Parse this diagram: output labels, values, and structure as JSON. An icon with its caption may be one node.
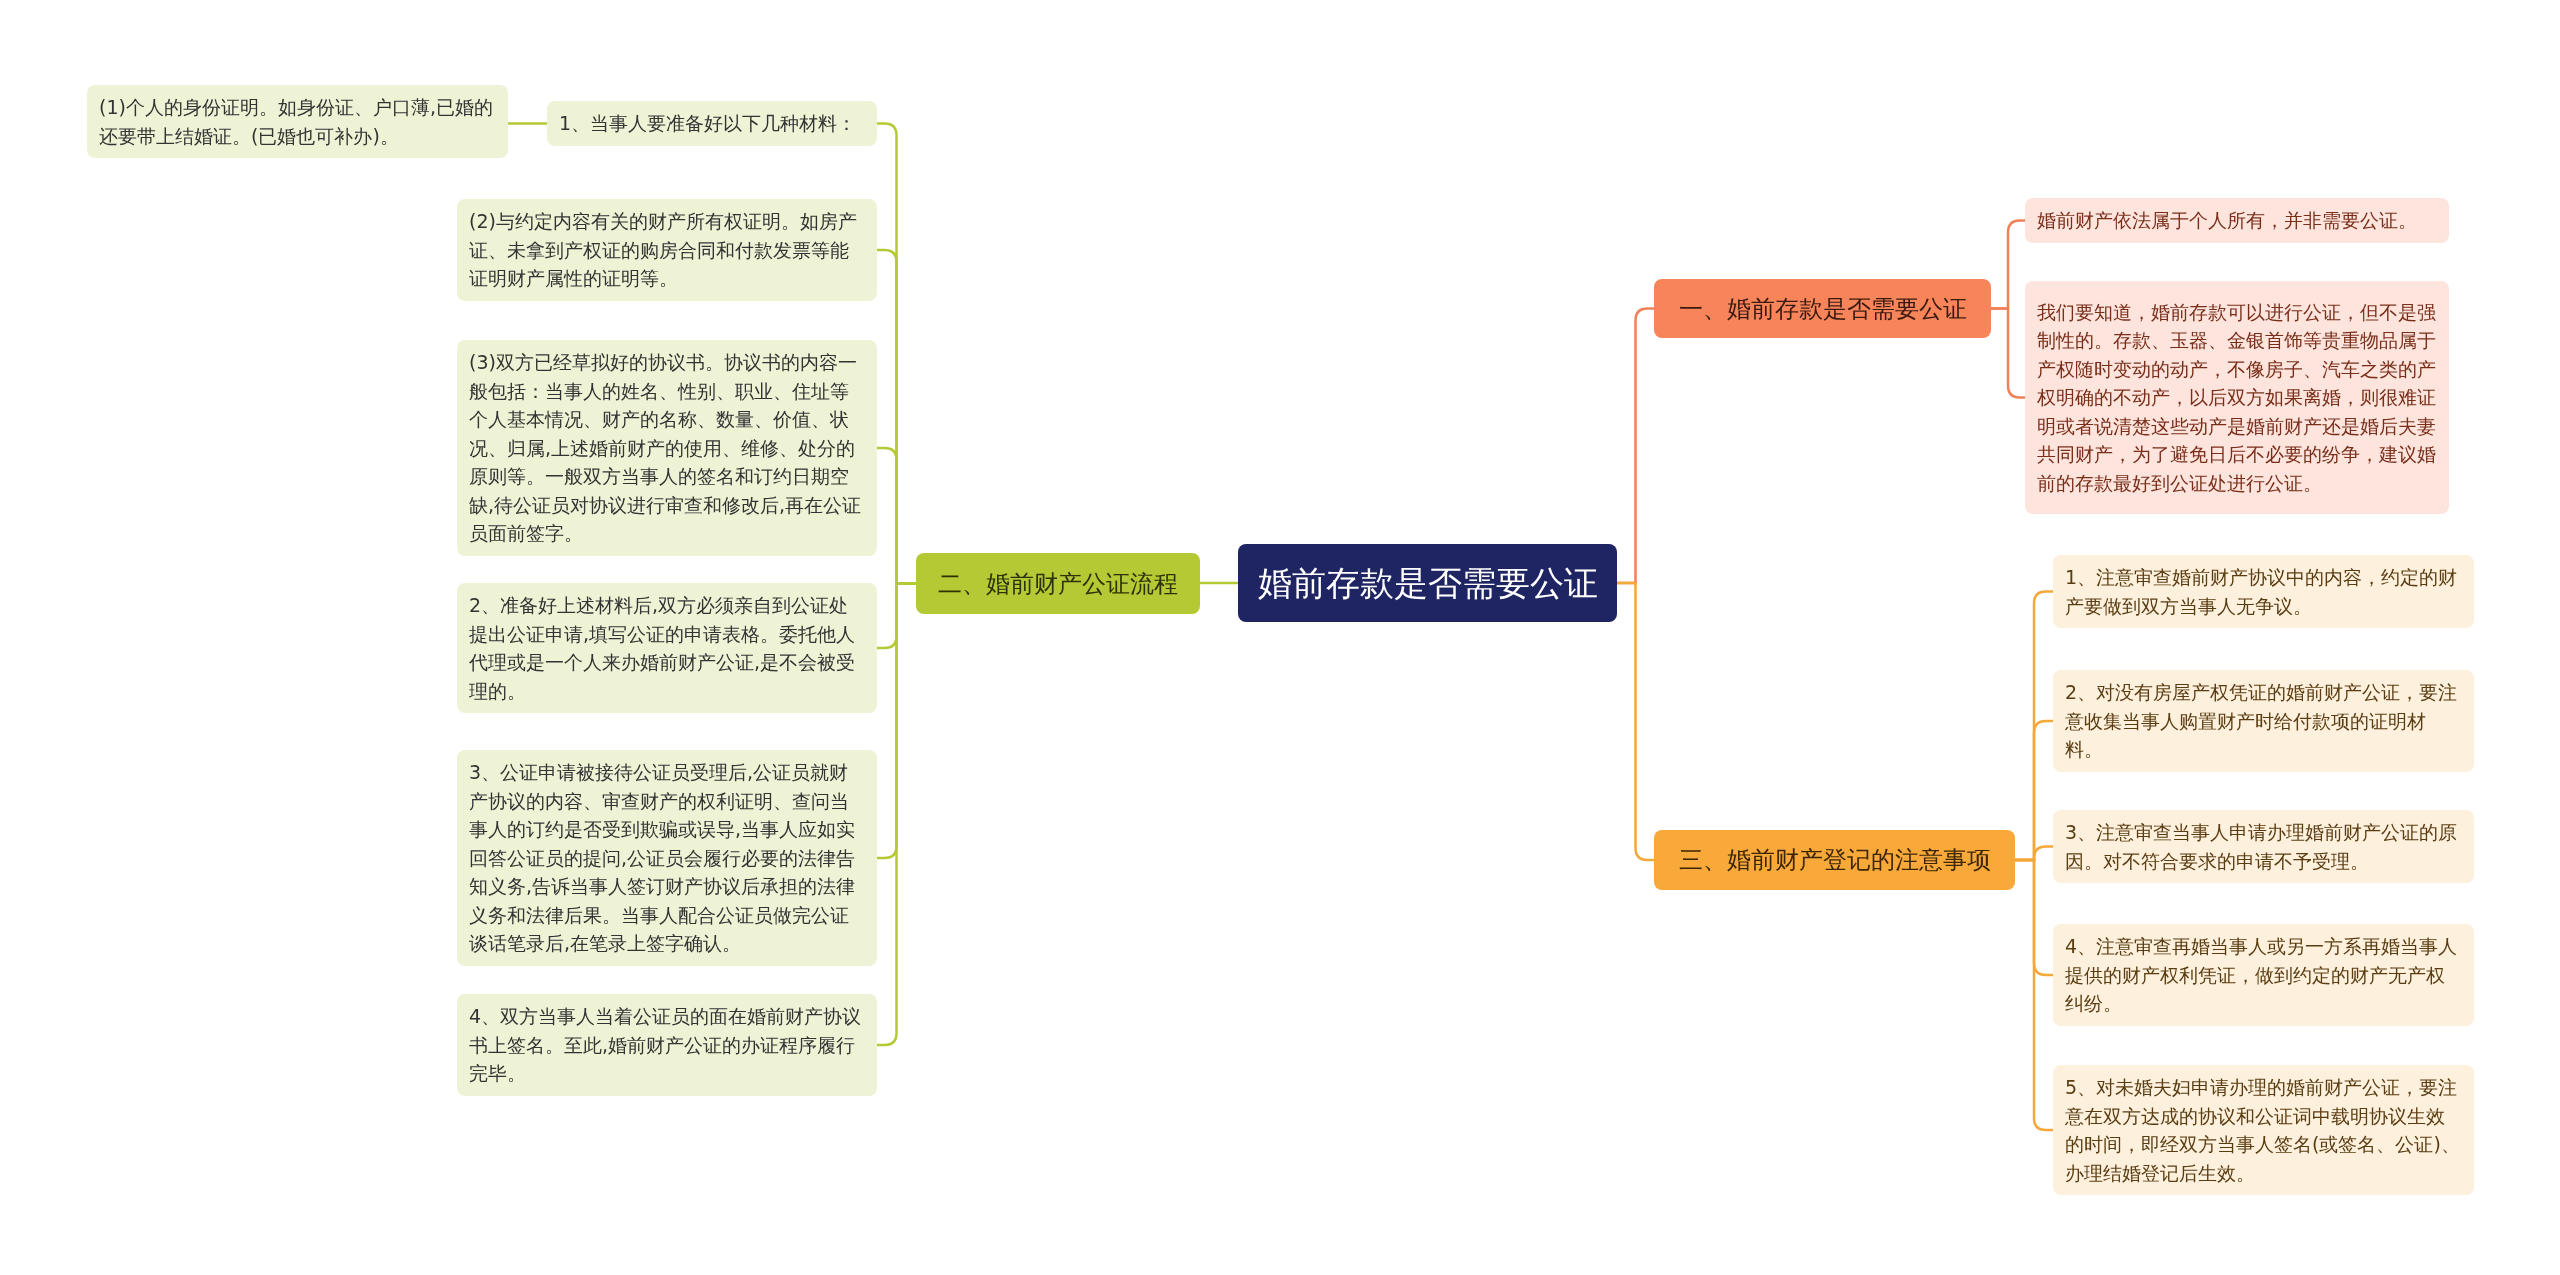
{
  "diagram": {
    "nodes": [
      {
        "text": [
          "婚前存款是否需要公证"
        ]
      },
      {
        "text": [
          "一、婚前存款是否需要公证"
        ]
      },
      {
        "text": [
          "婚前财产依法属于个人所有，并非需要公证。"
        ]
      },
      {
        "text": [
          "我们要知道，婚前存款可以进行公证，但不是强制性的。存款、玉器、金银首饰等贵重物品属于产权随时变动的动产，不像房子、汽车之类的产权明确的不动产，以后双方如果离婚，则很难证明或者说清楚这些动产是婚前财产还是婚后夫妻共同财产，为了避免日后不必要的纷争，建议婚前的存款最好到公证处进行公证。"
        ]
      },
      {
        "text": [
          "二、婚前财产公证流程"
        ]
      },
      {
        "text": [
          "1、当事人要准备好以下几种材料："
        ]
      },
      {
        "text": [
          "(1)个人的身份证明。如身份证、户口薄,已婚的还要带上结婚证。(已婚也可补办)。"
        ]
      },
      {
        "text": [
          "(2)与约定内容有关的财产所有权证明。如房产证、未拿到产权证的购房合同和付款发票等能证明财产属性的证明等。"
        ]
      },
      {
        "text": [
          "(3)双方已经草拟好的协议书。协议书的内容一般包括：当事人的姓名、性别、职业、住址等个人基本情况、财产的名称、数量、价值、状况、归属,上述婚前财产的使用、维修、处分的原则等。一般双方当事人的签名和订约日期空缺,待公证员对协议进行审查和修改后,再在公证员面前签字。"
        ]
      },
      {
        "text": [
          "2、准备好上述材料后,双方必须亲自到公证处提出公证申请,填写公证的申请表格。委托他人代理或是一个人来办婚前财产公证,是不会被受理的。"
        ]
      },
      {
        "text": [
          "3、公证申请被接待公证员受理后,公证员就财产协议的内容、审查财产的权利证明、查问当事人的订约是否受到欺骗或误导,当事人应如实回答公证员的提问,公证员会履行必要的法律告知义务,告诉当事人签订财产协议后承担的法律义务和法律后果。当事人配合公证员做完公证谈话笔录后,在笔录上签字确认。"
        ]
      },
      {
        "text": [
          "4、双方当事人当着公证员的面在婚前财产协议书上签名。至此,婚前财产公证的办证程序履行完毕。"
        ]
      },
      {
        "text": [
          "三、婚前财产登记的注意事项"
        ]
      },
      {
        "text": [
          "1、注意审查婚前财产协议中的内容，约定的财产要做到双方当事人无争议。"
        ]
      },
      {
        "text": [
          "2、对没有房屋产权凭证的婚前财产公证，要注意收集当事人购置财产时给付款项的证明材料。"
        ]
      },
      {
        "text": [
          "3、注意审查当事人申请办理婚前财产公证的原因。对不符合要求的申请不予受理。"
        ]
      },
      {
        "text": [
          "4、注意审查再婚当事人或另一方系再婚当事人提供的财产权利凭证，做到约定的财产无产权纠纷。"
        ]
      },
      {
        "text": [
          "5、对未婚夫妇申请办理的婚前财产公证，要注意在双方达成的协议和公证词中载明协议生效的时间，即经双方当事人签名(或签名、公证)、办理结婚登记后生效。"
        ]
      }
    ],
    "edges": [
      {
        "from": 0,
        "to": 1,
        "arrow": "none",
        "color": "#f08157"
      },
      {
        "from": 1,
        "to": 2,
        "arrow": "none",
        "color": "#f08157"
      },
      {
        "from": 1,
        "to": 3,
        "arrow": "none",
        "color": "#f08157"
      },
      {
        "from": 0,
        "to": 4,
        "arrow": "none"
      },
      {
        "from": 4,
        "to": 5,
        "arrow": "none"
      },
      {
        "from": 5,
        "to": 6,
        "arrow": "none"
      },
      {
        "from": 4,
        "to": 7,
        "arrow": "none"
      },
      {
        "from": 4,
        "to": 8,
        "arrow": "none"
      },
      {
        "from": 4,
        "to": 9,
        "arrow": "none"
      },
      {
        "from": 4,
        "to": 10,
        "arrow": "none"
      },
      {
        "from": 4,
        "to": 11,
        "arrow": "none"
      },
      {
        "from": 0,
        "to": 12,
        "arrow": "none",
        "color": "#f5a83a"
      },
      {
        "from": 12,
        "to": 13,
        "arrow": "none",
        "color": "#f5a83a"
      },
      {
        "from": 12,
        "to": 14,
        "arrow": "none",
        "color": "#f5a83a"
      },
      {
        "from": 12,
        "to": 15,
        "arrow": "none",
        "color": "#f5a83a"
      },
      {
        "from": 12,
        "to": 16,
        "arrow": "none",
        "color": "#f5a83a"
      },
      {
        "from": 12,
        "to": 17,
        "arrow": "none",
        "color": "#f5a83a"
      }
    ]
  }
}
